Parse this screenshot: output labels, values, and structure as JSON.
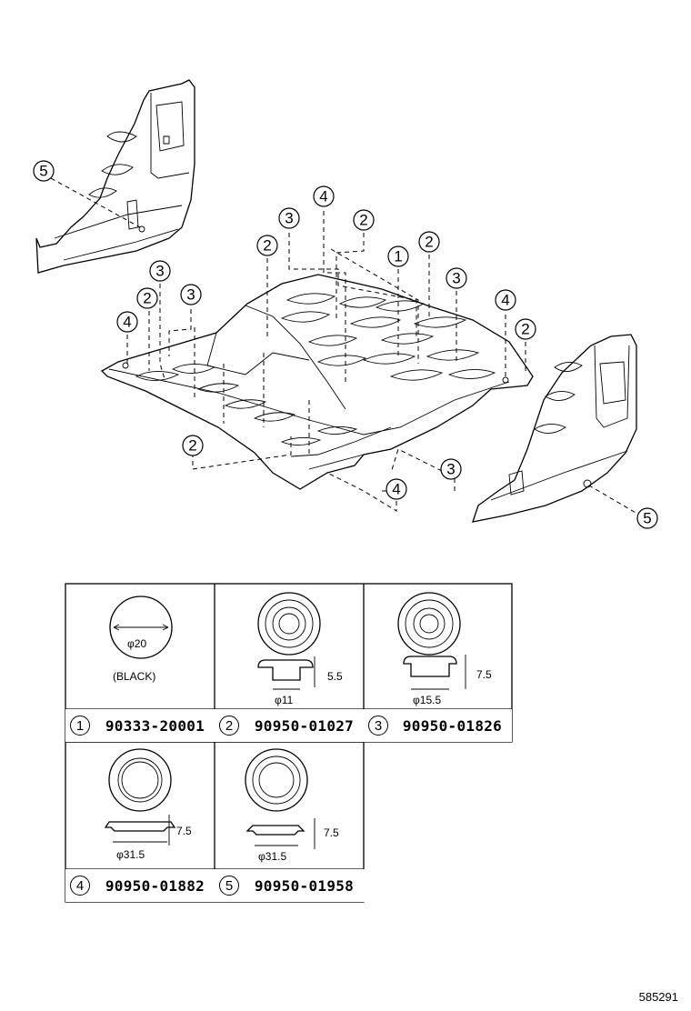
{
  "diagram_id": "585291",
  "callouts": {
    "c1": "1",
    "c2": "2",
    "c3": "3",
    "c4": "4",
    "c5": "5"
  },
  "parts": [
    {
      "index": "1",
      "part_number": "90333-20001",
      "dia": "φ20",
      "note": "(BLACK)"
    },
    {
      "index": "2",
      "part_number": "90950-01027",
      "dia": "φ11",
      "height": "5.5"
    },
    {
      "index": "3",
      "part_number": "90950-01826",
      "dia": "φ15.5",
      "height": "7.5"
    },
    {
      "index": "4",
      "part_number": "90950-01882",
      "dia": "φ31.5",
      "height": "7.5"
    },
    {
      "index": "5",
      "part_number": "90950-01958",
      "dia": "φ31.5",
      "height": "7.5"
    }
  ]
}
